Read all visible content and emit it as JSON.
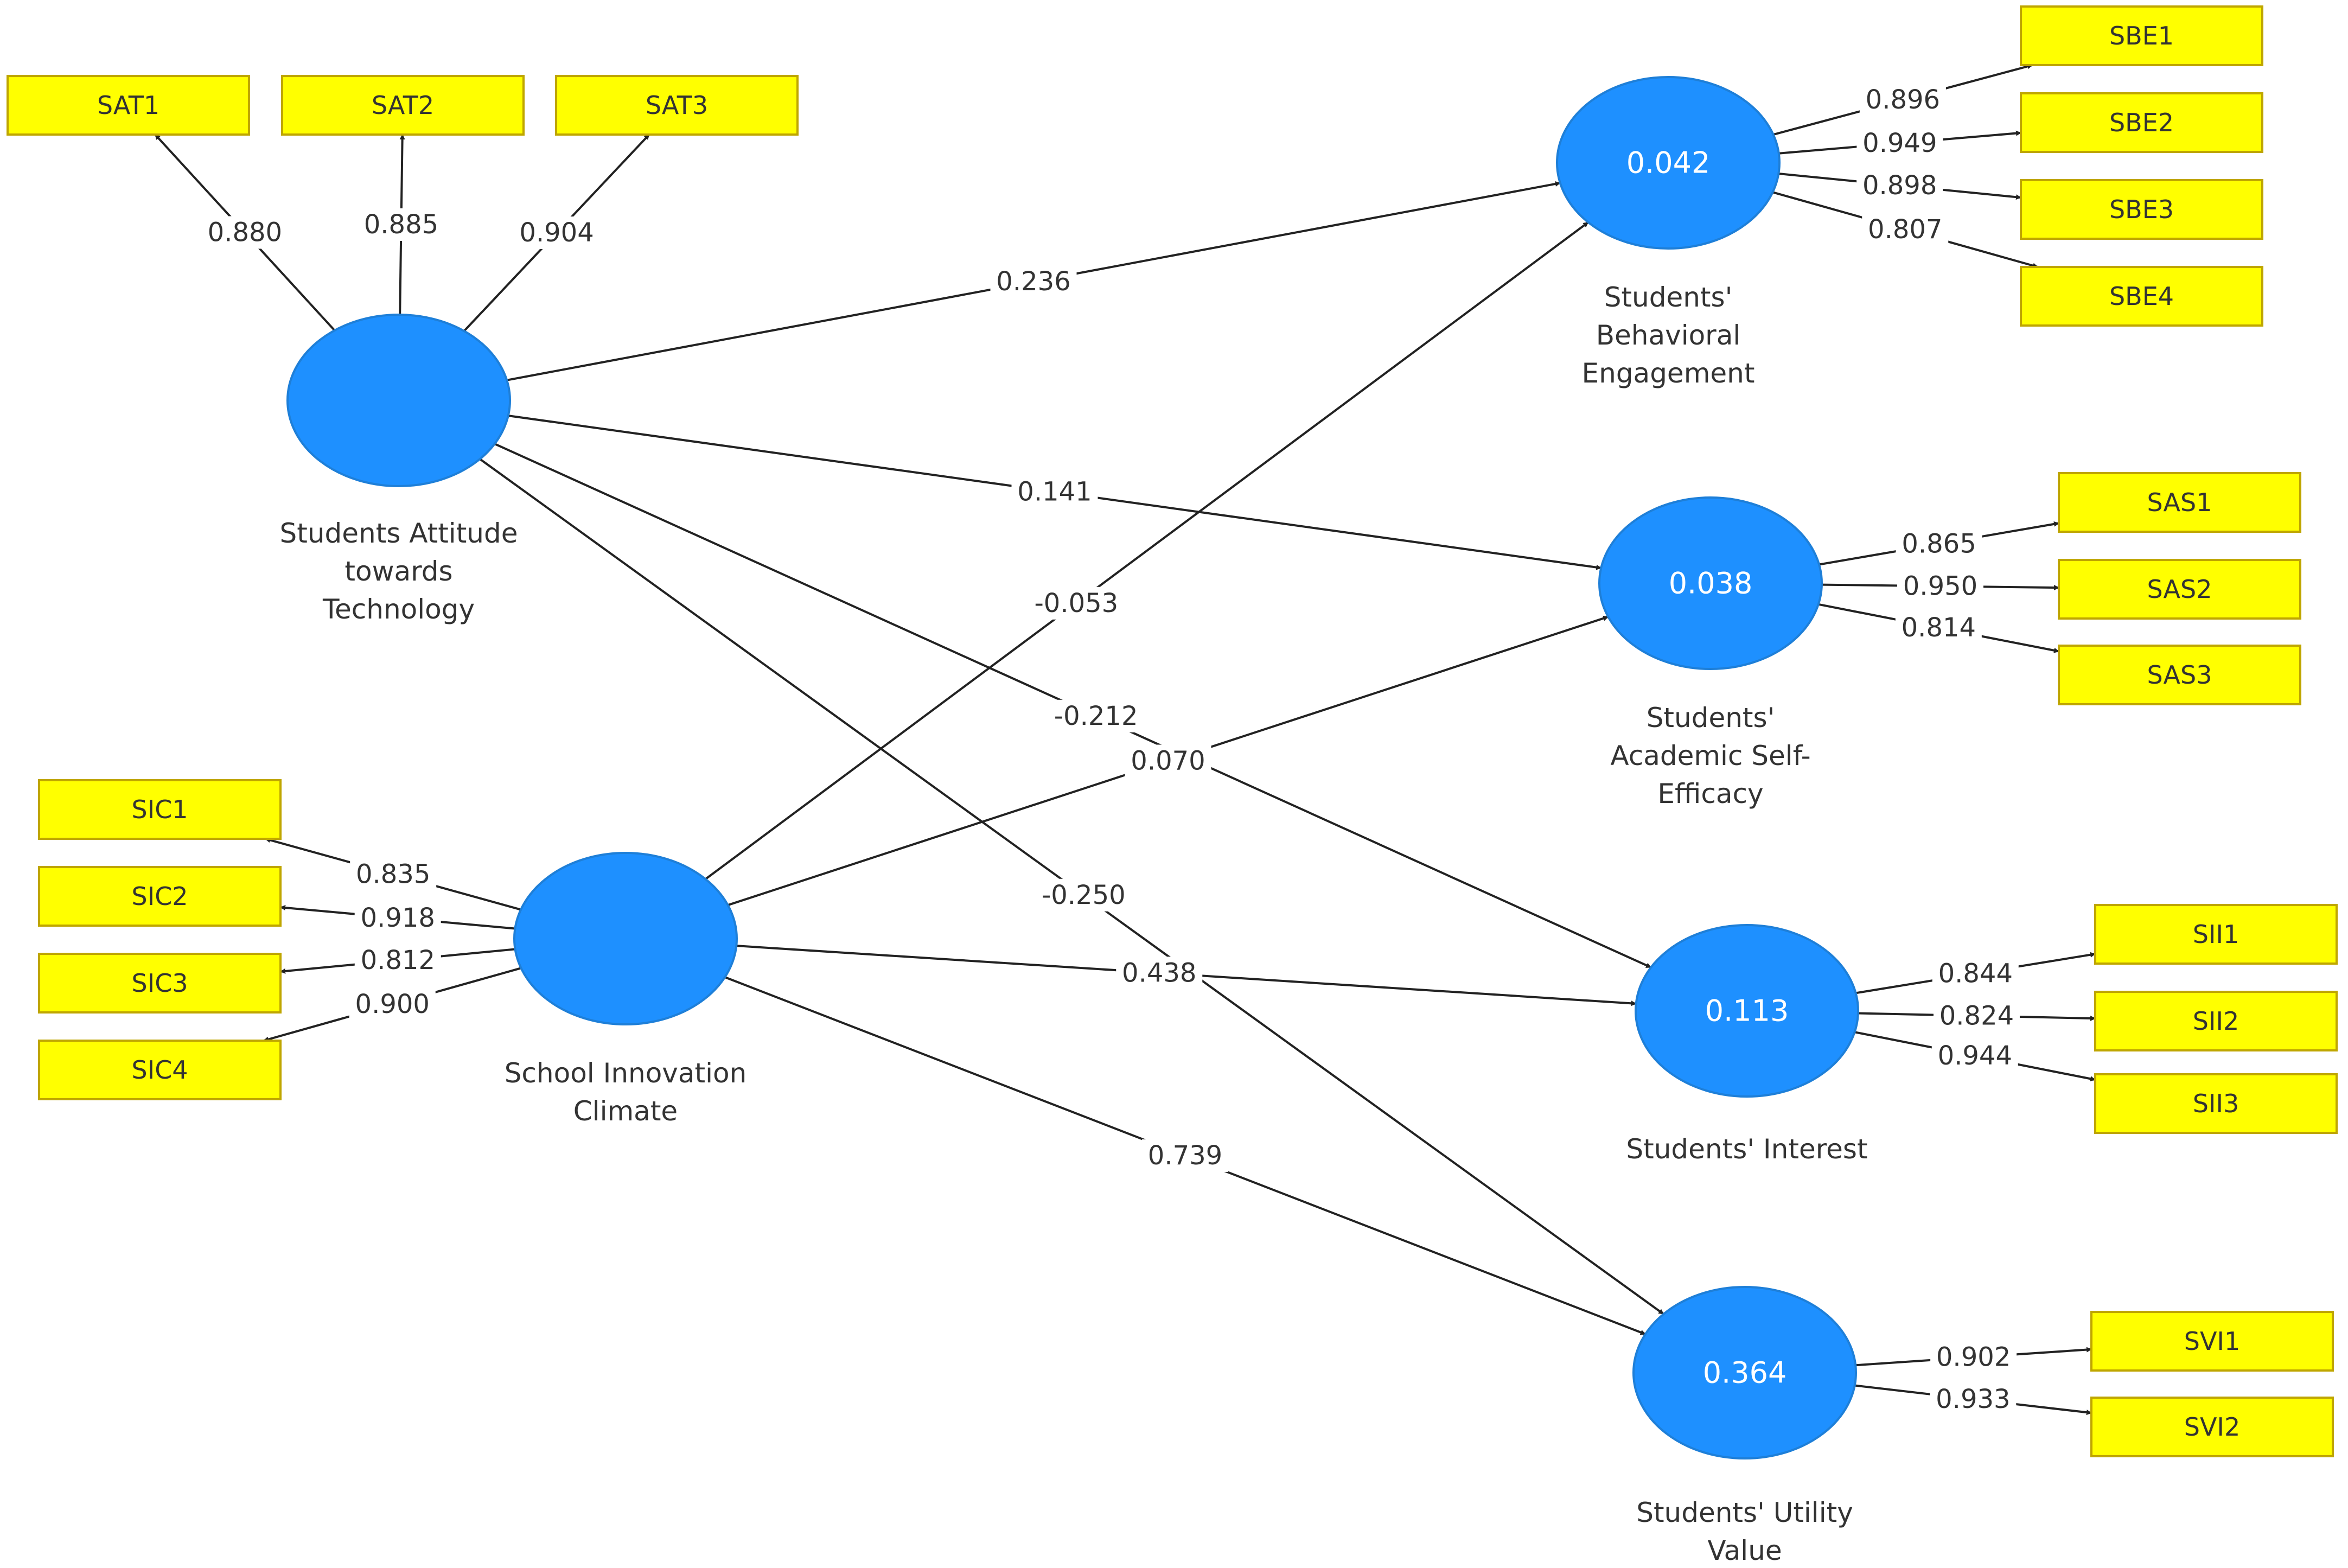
{
  "colors": {
    "latent": "#1e90ff",
    "indicator": "#ffff00",
    "edge": "#222222",
    "label_text": "#333333"
  },
  "latents": [
    {
      "id": "SAT",
      "name_lines": [
        "Students Attitude",
        "towards",
        "Technology"
      ],
      "r2": ""
    },
    {
      "id": "SIC",
      "name_lines": [
        "School Innovation",
        "Climate"
      ],
      "r2": ""
    },
    {
      "id": "SBE",
      "name_lines": [
        "Students'",
        "Behavioral",
        "Engagement"
      ],
      "r2": "0.042"
    },
    {
      "id": "SAS",
      "name_lines": [
        "Students'",
        "Academic Self-",
        "Efficacy"
      ],
      "r2": "0.038"
    },
    {
      "id": "SII",
      "name_lines": [
        "Students' Interest"
      ],
      "r2": "0.113"
    },
    {
      "id": "SVI",
      "name_lines": [
        "Students' Utility",
        "Value"
      ],
      "r2": "0.364"
    }
  ],
  "indicators": [
    {
      "id": "SAT1",
      "label": "SAT1"
    },
    {
      "id": "SAT2",
      "label": "SAT2"
    },
    {
      "id": "SAT3",
      "label": "SAT3"
    },
    {
      "id": "SIC1",
      "label": "SIC1"
    },
    {
      "id": "SIC2",
      "label": "SIC2"
    },
    {
      "id": "SIC3",
      "label": "SIC3"
    },
    {
      "id": "SIC4",
      "label": "SIC4"
    },
    {
      "id": "SBE1",
      "label": "SBE1"
    },
    {
      "id": "SBE2",
      "label": "SBE2"
    },
    {
      "id": "SBE3",
      "label": "SBE3"
    },
    {
      "id": "SBE4",
      "label": "SBE4"
    },
    {
      "id": "SAS1",
      "label": "SAS1"
    },
    {
      "id": "SAS2",
      "label": "SAS2"
    },
    {
      "id": "SAS3",
      "label": "SAS3"
    },
    {
      "id": "SII1",
      "label": "SII1"
    },
    {
      "id": "SII2",
      "label": "SII2"
    },
    {
      "id": "SII3",
      "label": "SII3"
    },
    {
      "id": "SVI1",
      "label": "SVI1"
    },
    {
      "id": "SVI2",
      "label": "SVI2"
    }
  ],
  "loadings": [
    {
      "latent": "SAT",
      "indicator": "SAT1",
      "value": "0.880"
    },
    {
      "latent": "SAT",
      "indicator": "SAT2",
      "value": "0.885"
    },
    {
      "latent": "SAT",
      "indicator": "SAT3",
      "value": "0.904"
    },
    {
      "latent": "SIC",
      "indicator": "SIC1",
      "value": "0.835"
    },
    {
      "latent": "SIC",
      "indicator": "SIC2",
      "value": "0.918"
    },
    {
      "latent": "SIC",
      "indicator": "SIC3",
      "value": "0.812"
    },
    {
      "latent": "SIC",
      "indicator": "SIC4",
      "value": "0.900"
    },
    {
      "latent": "SBE",
      "indicator": "SBE1",
      "value": "0.896"
    },
    {
      "latent": "SBE",
      "indicator": "SBE2",
      "value": "0.949"
    },
    {
      "latent": "SBE",
      "indicator": "SBE3",
      "value": "0.898"
    },
    {
      "latent": "SBE",
      "indicator": "SBE4",
      "value": "0.807"
    },
    {
      "latent": "SAS",
      "indicator": "SAS1",
      "value": "0.865"
    },
    {
      "latent": "SAS",
      "indicator": "SAS2",
      "value": "0.950"
    },
    {
      "latent": "SAS",
      "indicator": "SAS3",
      "value": "0.814"
    },
    {
      "latent": "SII",
      "indicator": "SII1",
      "value": "0.844"
    },
    {
      "latent": "SII",
      "indicator": "SII2",
      "value": "0.824"
    },
    {
      "latent": "SII",
      "indicator": "SII3",
      "value": "0.944"
    },
    {
      "latent": "SVI",
      "indicator": "SVI1",
      "value": "0.902"
    },
    {
      "latent": "SVI",
      "indicator": "SVI2",
      "value": "0.933"
    }
  ],
  "paths": [
    {
      "from": "SAT",
      "to": "SBE",
      "value": "0.236"
    },
    {
      "from": "SAT",
      "to": "SAS",
      "value": "0.141"
    },
    {
      "from": "SAT",
      "to": "SII",
      "value": "-0.212"
    },
    {
      "from": "SAT",
      "to": "SVI",
      "value": "-0.250"
    },
    {
      "from": "SIC",
      "to": "SBE",
      "value": "-0.053"
    },
    {
      "from": "SIC",
      "to": "SAS",
      "value": "0.070"
    },
    {
      "from": "SIC",
      "to": "SII",
      "value": "0.438"
    },
    {
      "from": "SIC",
      "to": "SVI",
      "value": "0.739"
    }
  ]
}
